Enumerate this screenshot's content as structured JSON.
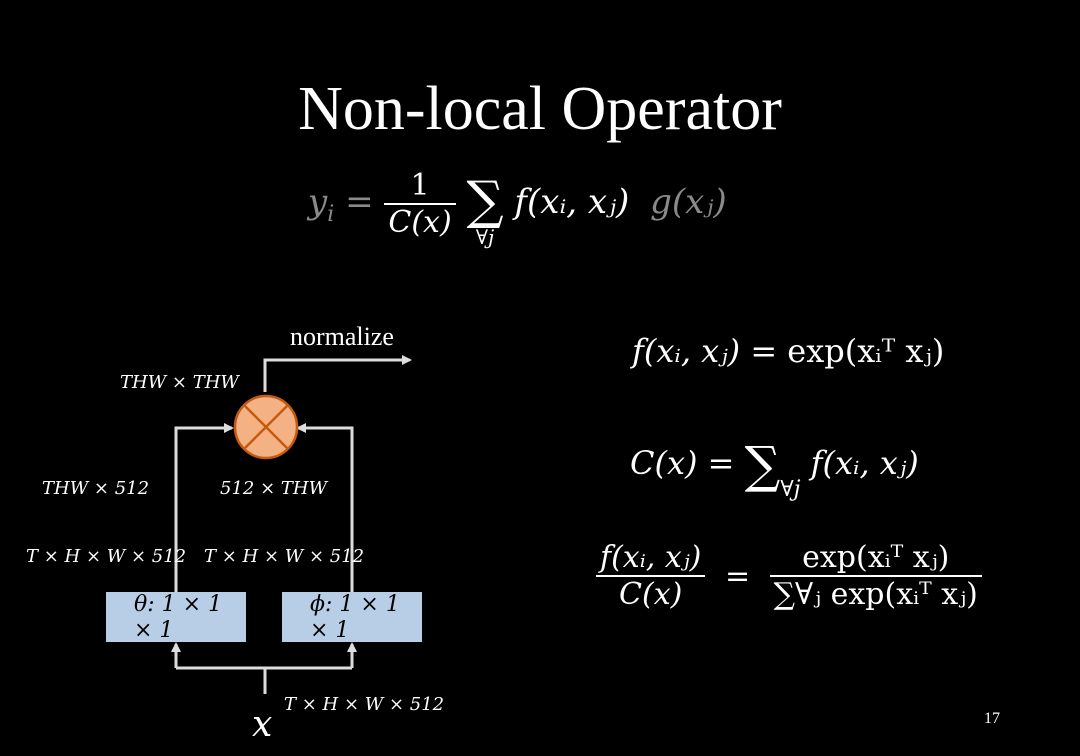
{
  "slide": {
    "title": "Non-local Operator",
    "page_number": "17"
  },
  "main_equation": {
    "lhs": "y",
    "lhs_sub": "i",
    "equals": "=",
    "frac_num": "1",
    "frac_den": "C(x)",
    "sum": "∑",
    "sum_sub": "∀j",
    "f_term": "f(xᵢ, xⱼ)",
    "g_term": "g(xⱼ)"
  },
  "diagram": {
    "normalize_label": "normalize",
    "thw_thw": "THW × THW",
    "thw_512": "THW × 512",
    "d512_thw": "512 × THW",
    "left_dims": "T × H × W × 512",
    "right_dims": "T × H × W × 512",
    "theta_box": "θ: 1 × 1 × 1",
    "phi_box": "ϕ: 1 × 1 × 1",
    "input_dims": "T × H × W × 512",
    "input_var": "x"
  },
  "equations": {
    "f_def_lhs": "f(xᵢ, xⱼ)",
    "f_def_rhs": "= exp(xᵢᵀ xⱼ)",
    "c_def_lhs": "C(x) =",
    "c_def_sum": "∑",
    "c_def_sub": "∀j",
    "c_def_rhs": "f(xᵢ, xⱼ)",
    "ratio_num": "f(xᵢ, xⱼ)",
    "ratio_den": "C(x)",
    "ratio_eq": "=",
    "ratio_rnum": "exp(xᵢᵀ xⱼ)",
    "ratio_rden": "∑∀ⱼ exp(xᵢᵀ xⱼ)"
  },
  "colors": {
    "background": "#000000",
    "box_fill": "#b8cde6",
    "circle_fill": "#f4b183",
    "circle_stroke": "#c55a11",
    "grey_text": "#8a8a8a"
  }
}
